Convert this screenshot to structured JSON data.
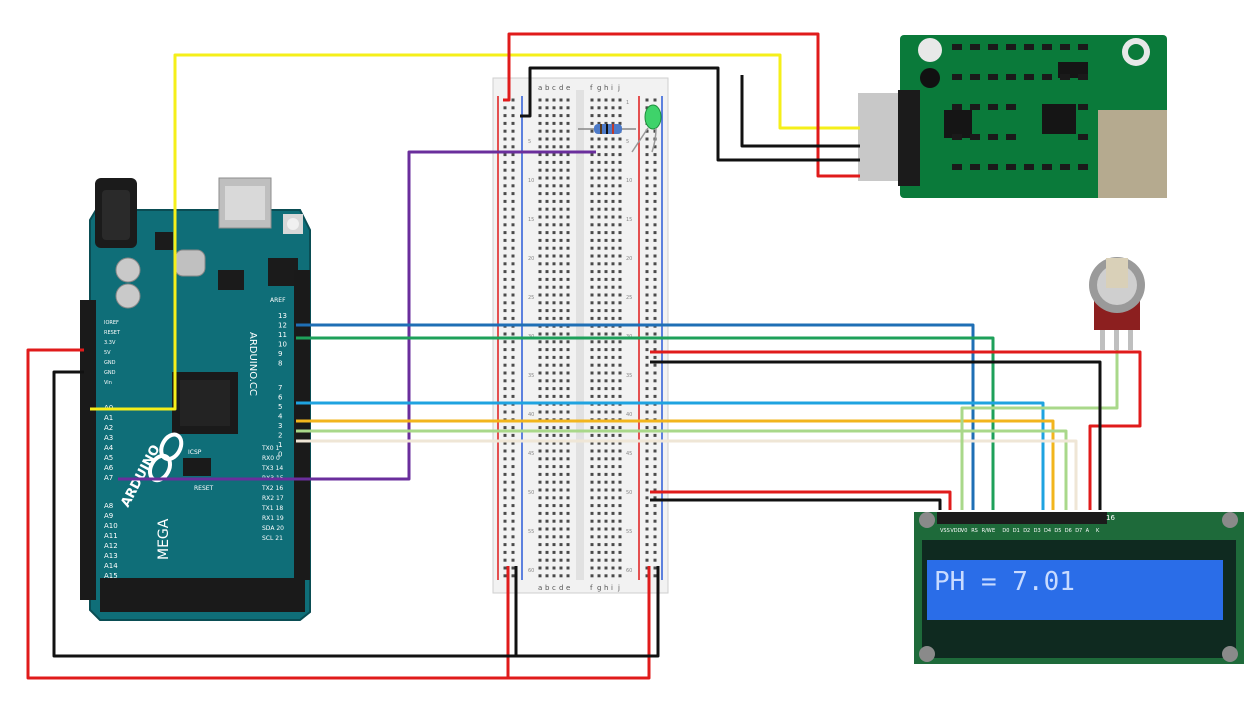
{
  "arduino": {
    "brand": "ARDUINO",
    "model": "MEGA",
    "site": "ARDUINO.CC",
    "header_labels": [
      "13",
      "12",
      "11",
      "10",
      "9",
      "8",
      "7",
      "6",
      "5",
      "4",
      "3",
      "2",
      "1",
      "0"
    ],
    "analog_labels": [
      "A0",
      "A1",
      "A2",
      "A3",
      "A4",
      "A5",
      "A6",
      "A7",
      "A8",
      "A9",
      "A10",
      "A11",
      "A12",
      "A13",
      "A14",
      "A15"
    ],
    "comm_labels": [
      "TX0 1",
      "RX0 0",
      "TX3 14",
      "RX3 15",
      "TX2 16",
      "RX2 17",
      "TX1 18",
      "RX1 19",
      "SDA 20",
      "SCL 21"
    ],
    "power_labels": [
      "IOREF",
      "RESET",
      "3.3V",
      "5V",
      "GND",
      "GND",
      "Vin"
    ],
    "misc_labels": [
      "AREF",
      "ICSP",
      "RESET"
    ]
  },
  "breadboard": {
    "col_labels": [
      "a",
      "b",
      "c",
      "d",
      "e",
      "f",
      "g",
      "h",
      "i",
      "j"
    ],
    "row_numbers": [
      "1",
      "5",
      "10",
      "15",
      "20",
      "25",
      "30",
      "35",
      "40",
      "45",
      "50",
      "55",
      "60"
    ]
  },
  "lcd": {
    "display_text": "PH = 7.01",
    "pin_labels": [
      "VSS",
      "VDD",
      "V0",
      "RS",
      "R/W",
      "E",
      "D0",
      "D1",
      "D2",
      "D3",
      "D4",
      "D5",
      "D6",
      "D7",
      "A",
      "K"
    ],
    "pin_number": "16"
  },
  "colors": {
    "wire_red": "#e01b1b",
    "wire_black": "#111111",
    "wire_yellow": "#f5ef1a",
    "wire_purple": "#6a2e9c",
    "wire_blue_dark": "#1f6fb5",
    "wire_green": "#1ea05a",
    "wire_blue_light": "#1fa3e0",
    "wire_orange": "#f2b51c",
    "wire_light_green": "#a9d88a",
    "wire_cream": "#efe6d6",
    "board": "#0f6e78",
    "sensor_board": "#0a7a3a",
    "lcd_screen": "#2a6de8"
  }
}
